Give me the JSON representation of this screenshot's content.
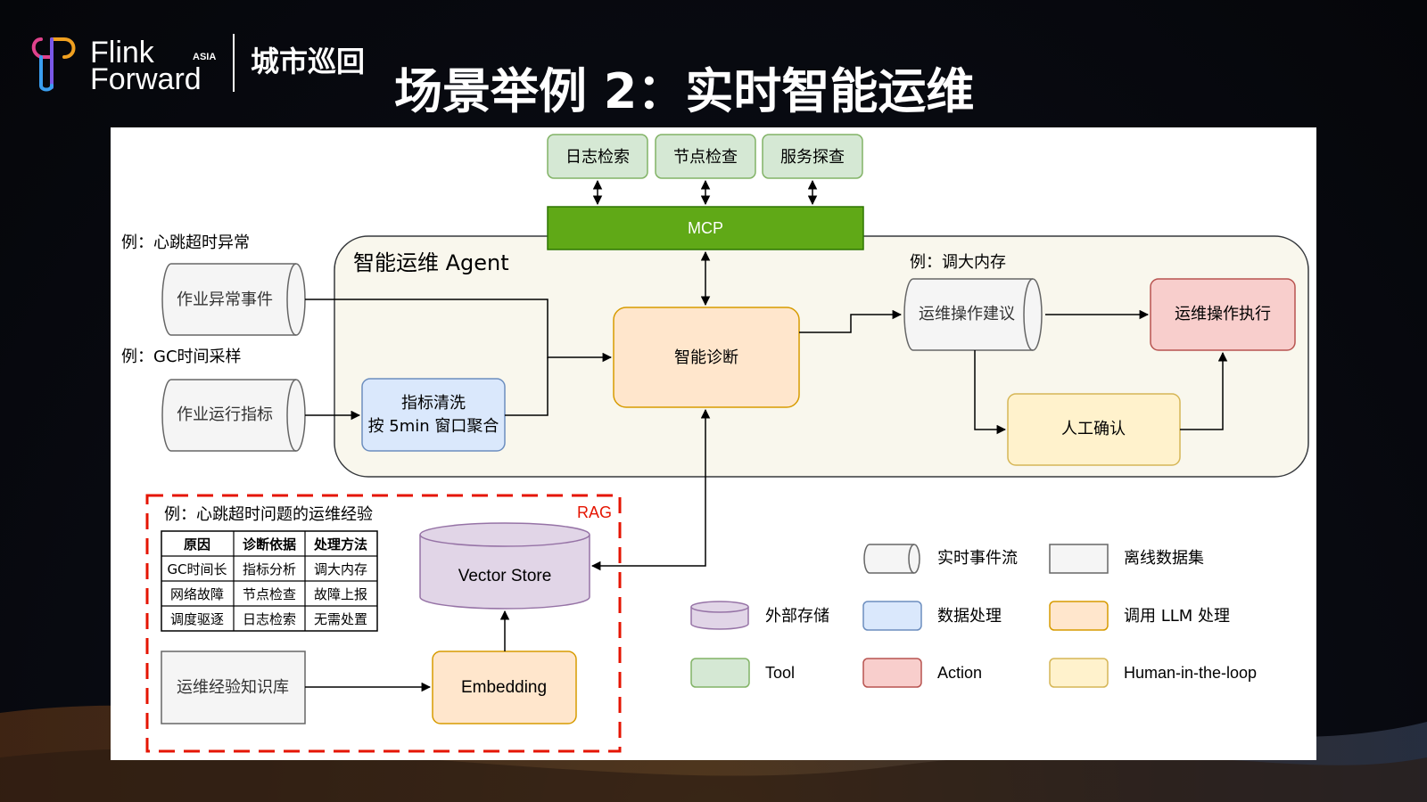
{
  "header": {
    "logo_line1": "Flink",
    "logo_line2": "Forward",
    "logo_asia": "ASIA",
    "event": "城市巡回",
    "title": "场景举例 2：实时智能运维"
  },
  "tools": [
    "日志检索",
    "节点检查",
    "服务探查"
  ],
  "mcp": "MCP",
  "agent": {
    "title": "智能运维 Agent",
    "diagnosis": "智能诊断",
    "cleaning_line1": "指标清洗",
    "cleaning_line2": "按 5min 窗口聚合",
    "suggestion": "运维操作建议",
    "execute": "运维操作执行",
    "confirm": "人工确认"
  },
  "inputs": {
    "events_example": "例：心跳超时异常",
    "events": "作业异常事件",
    "metrics_example": "例：GC时间采样",
    "metrics": "作业运行指标"
  },
  "output_example": "例：调大内存",
  "rag": {
    "label": "RAG",
    "example": "例：心跳超时问题的运维经验",
    "table": {
      "headers": [
        "原因",
        "诊断依据",
        "处理方法"
      ],
      "rows": [
        [
          "GC时间长",
          "指标分析",
          "调大内存"
        ],
        [
          "网络故障",
          "节点检查",
          "故障上报"
        ],
        [
          "调度驱逐",
          "日志检索",
          "无需处置"
        ]
      ]
    },
    "vector_store": "Vector Store",
    "knowledge_base": "运维经验知识库",
    "embedding": "Embedding"
  },
  "legend": [
    {
      "label": "实时事件流",
      "shape": "cylinder-h",
      "fill": "#f5f5f5",
      "stroke": "#666666"
    },
    {
      "label": "离线数据集",
      "shape": "rect",
      "fill": "#f5f5f5",
      "stroke": "#666666"
    },
    {
      "label": "外部存储",
      "shape": "cylinder-v",
      "fill": "#e1d5e7",
      "stroke": "#9673a6"
    },
    {
      "label": "数据处理",
      "shape": "rrect",
      "fill": "#dae8fc",
      "stroke": "#6c8ebf"
    },
    {
      "label": "调用 LLM 处理",
      "shape": "rrect",
      "fill": "#ffe6cc",
      "stroke": "#d79b00"
    },
    {
      "label": "Tool",
      "shape": "rrect",
      "fill": "#d5e8d4",
      "stroke": "#82b366"
    },
    {
      "label": "Action",
      "shape": "rrect",
      "fill": "#f8cecc",
      "stroke": "#b85450"
    },
    {
      "label": "Human-in-the-loop",
      "shape": "rrect",
      "fill": "#fff2cc",
      "stroke": "#d6b656"
    }
  ],
  "colors": {
    "tool_fill": "#d5e8d4",
    "tool_stroke": "#82b366",
    "mcp_fill": "#60a917",
    "mcp_stroke": "#2d7600",
    "llm_fill": "#ffe6cc",
    "llm_stroke": "#d79b00",
    "process_fill": "#dae8fc",
    "process_stroke": "#6c8ebf",
    "action_fill": "#f8cecc",
    "action_stroke": "#b85450",
    "human_fill": "#fff2cc",
    "human_stroke": "#d6b656",
    "storage_fill": "#e1d5e7",
    "storage_stroke": "#9673a6",
    "stream_fill": "#f5f5f5",
    "stream_stroke": "#666666",
    "agent_fill": "#f9f7ed",
    "agent_stroke": "#36393d",
    "rag_border": "#e51400"
  }
}
